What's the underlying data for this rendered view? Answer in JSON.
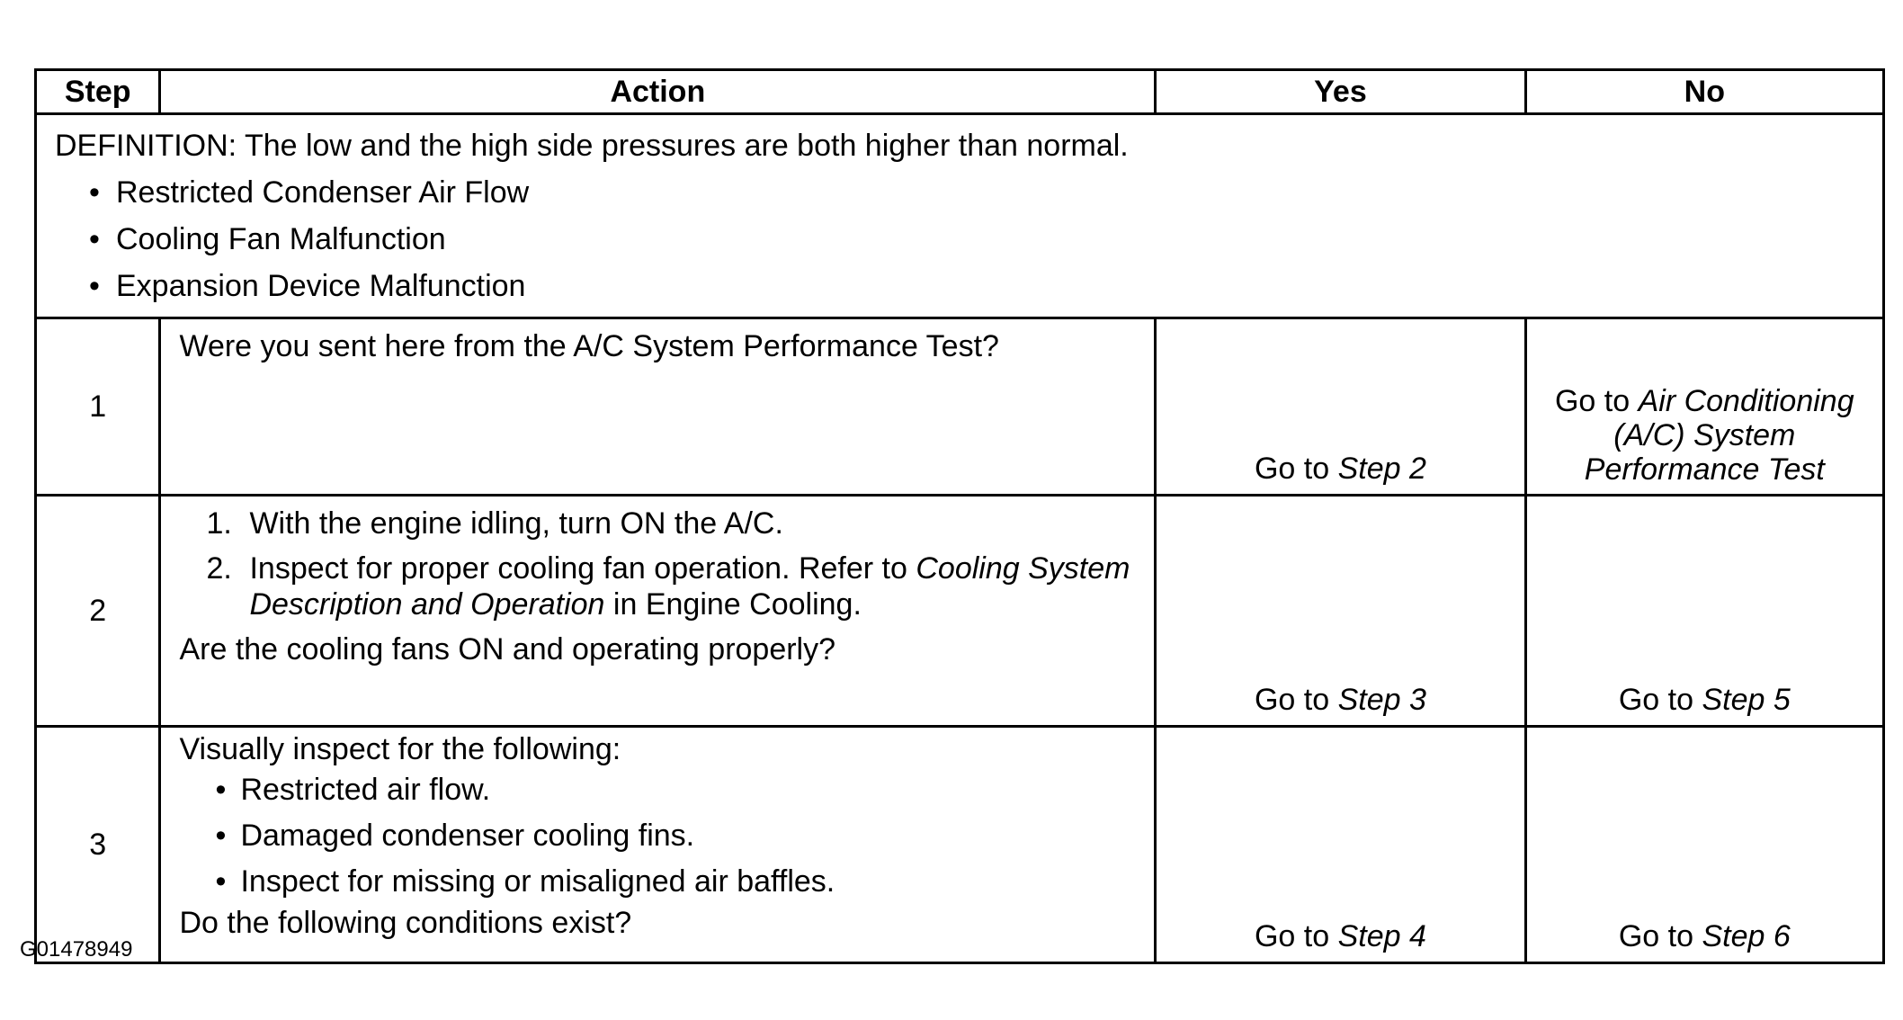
{
  "headers": {
    "step": "Step",
    "action": "Action",
    "yes": "Yes",
    "no": "No"
  },
  "definition": {
    "text": "DEFINITION: The low and the high side pressures are both higher than normal.",
    "items": [
      "Restricted Condenser Air Flow",
      "Cooling Fan Malfunction",
      "Expansion Device Malfunction"
    ]
  },
  "rows": [
    {
      "step": "1",
      "question": "Were you sent here from the A/C System Performance Test?",
      "yes_prefix": "Go to ",
      "yes_ref": "Step 2",
      "no_prefix": "Go to ",
      "no_ref": "Air Conditioning (A/C) System Performance Test"
    },
    {
      "step": "2",
      "list": [
        {
          "num": "1.",
          "text": "With the engine idling, turn ON the A/C."
        },
        {
          "num": "2.",
          "pre": "Inspect for proper cooling fan operation. Refer to ",
          "ref": "Cooling System Description and Operation",
          "post": " in Engine Cooling."
        }
      ],
      "question": "Are the cooling fans ON and operating properly?",
      "yes_prefix": "Go to ",
      "yes_ref": "Step 3",
      "no_prefix": "Go to ",
      "no_ref": "Step 5"
    },
    {
      "step": "3",
      "intro": "Visually inspect for the following:",
      "bullets": [
        "Restricted air flow.",
        "Damaged condenser cooling fins.",
        "Inspect for missing or misaligned air baffles."
      ],
      "question": "Do the following conditions exist?",
      "yes_prefix": "Go to ",
      "yes_ref": "Step 4",
      "no_prefix": "Go to ",
      "no_ref": "Step 6"
    }
  ],
  "figure_id": "G01478949"
}
